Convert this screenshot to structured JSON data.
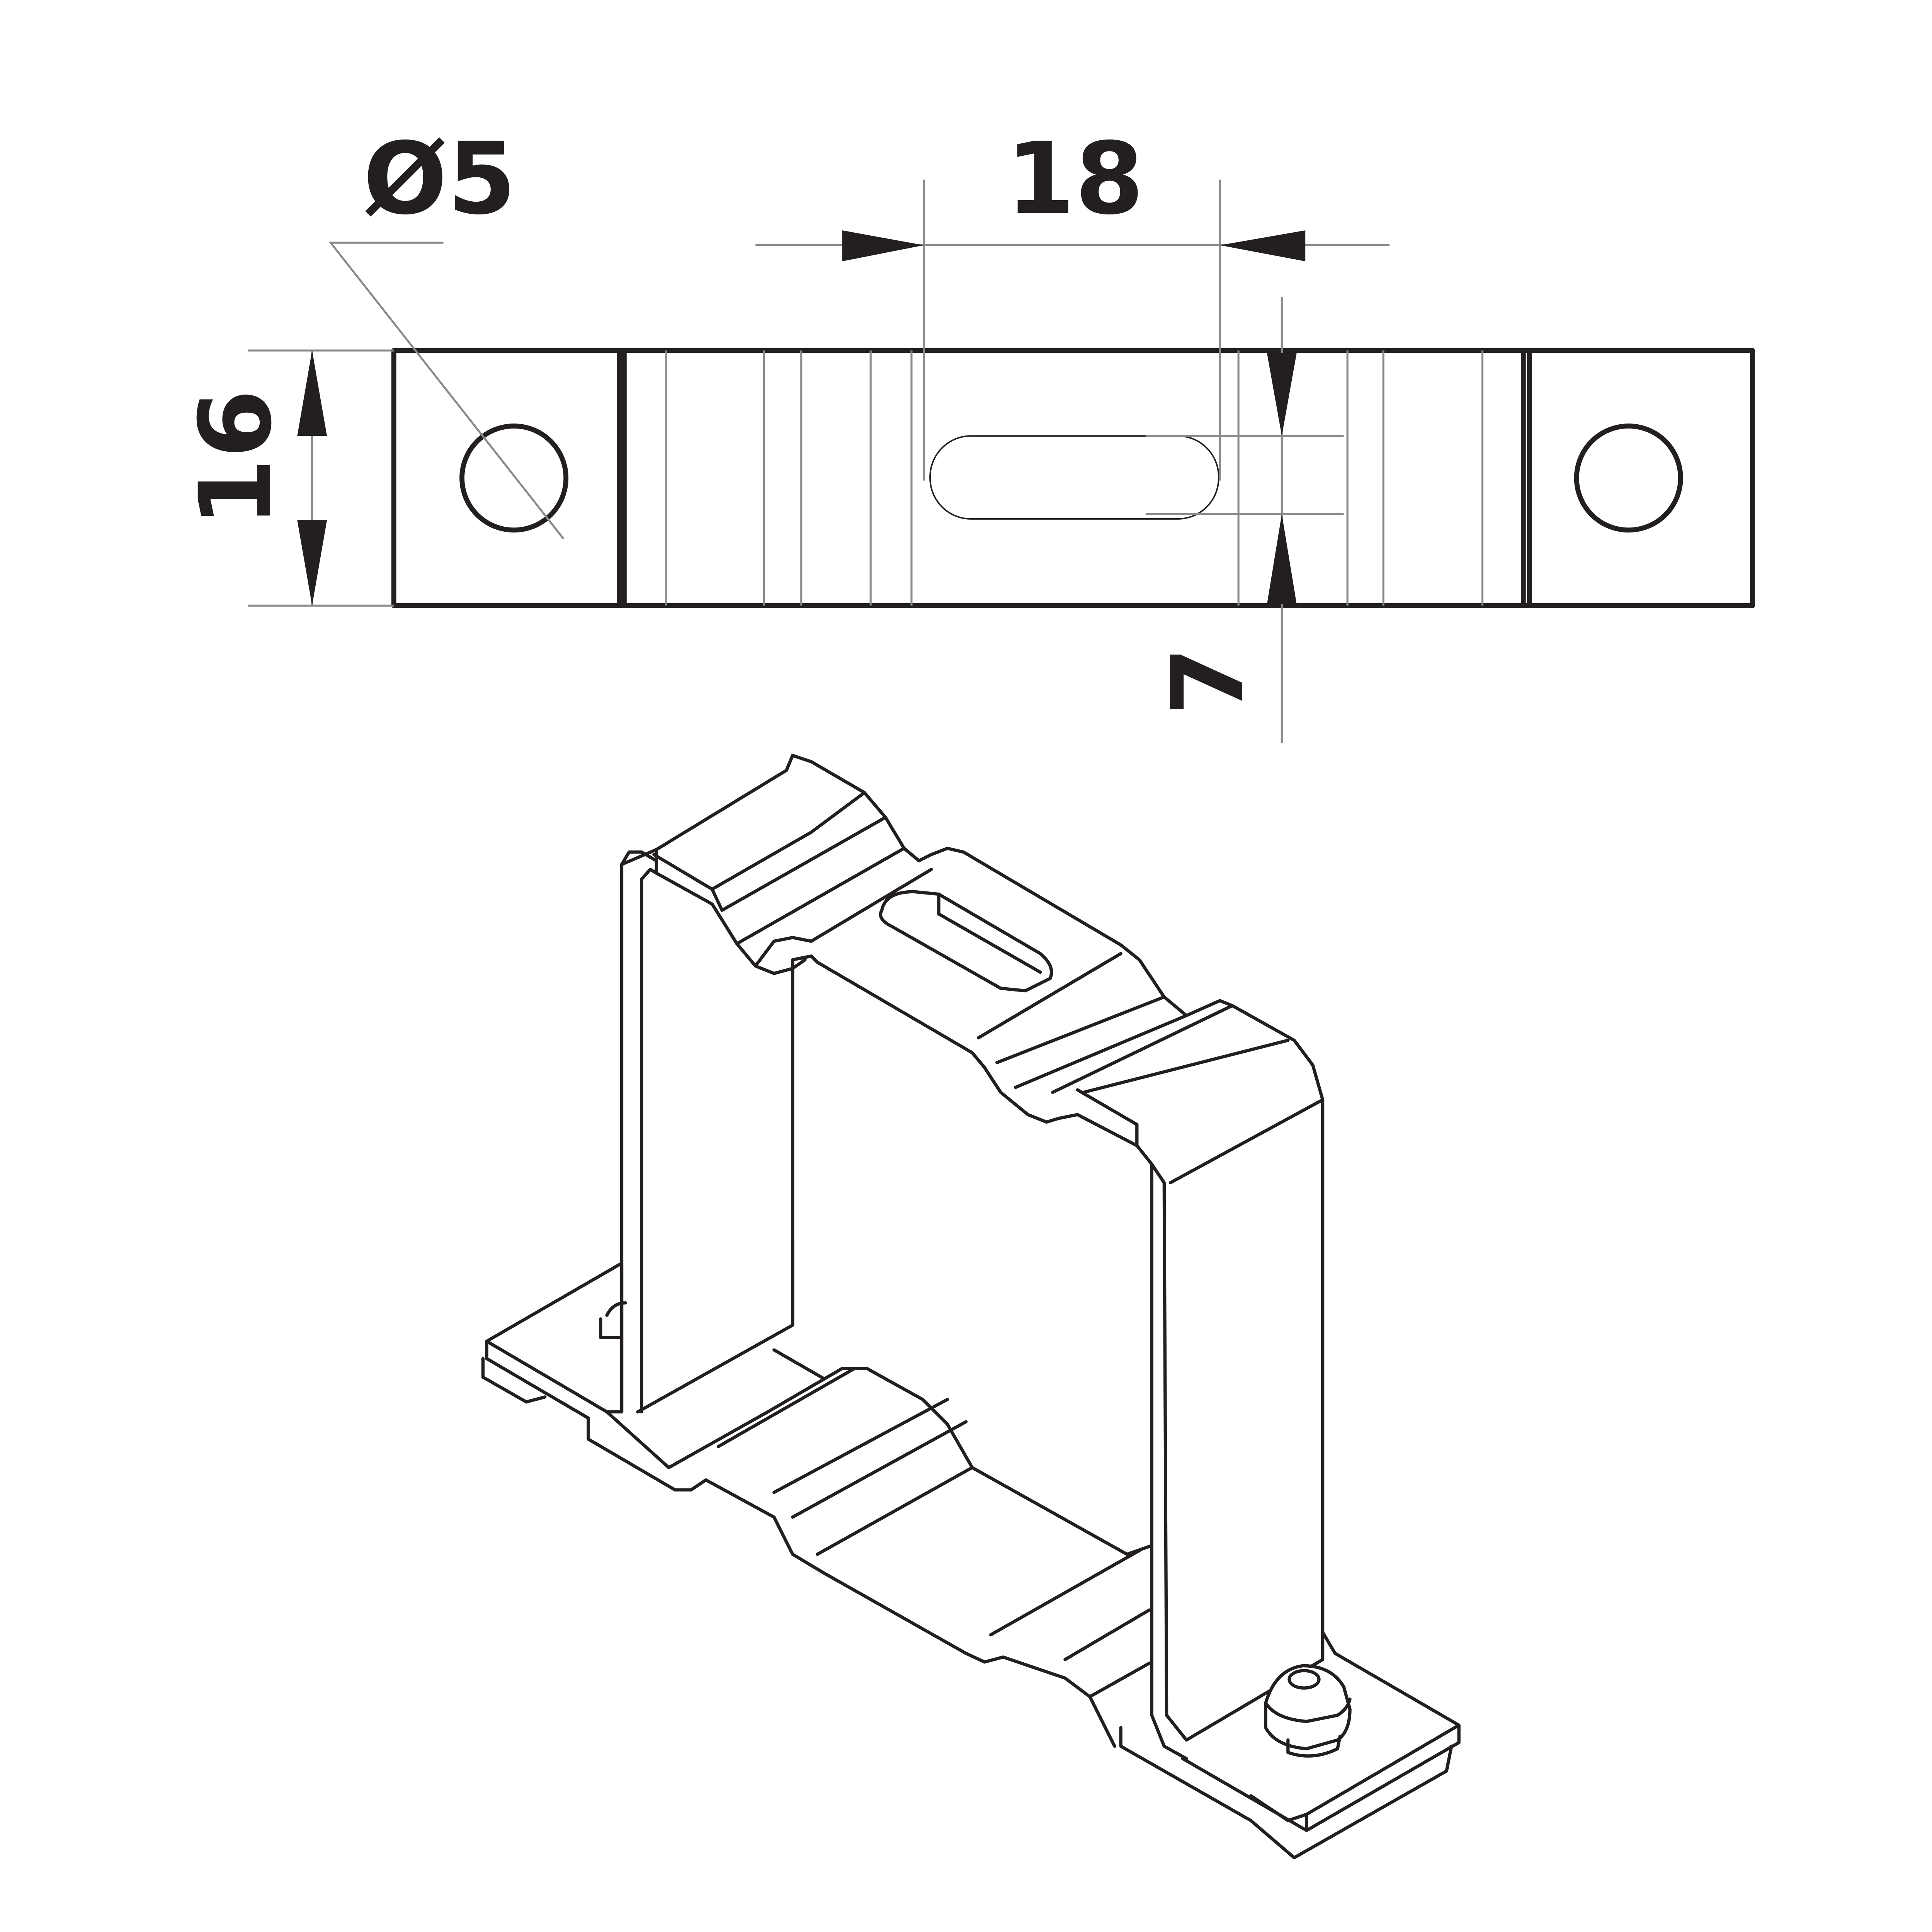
{
  "drawing": {
    "dimensions": {
      "hole_diameter": "Ø5",
      "slot_spacing": "18",
      "height": "16",
      "slot_width": "7"
    },
    "colors": {
      "line": "#231f20",
      "dimension_line": "#8a8a8a",
      "background": "#ffffff"
    }
  }
}
